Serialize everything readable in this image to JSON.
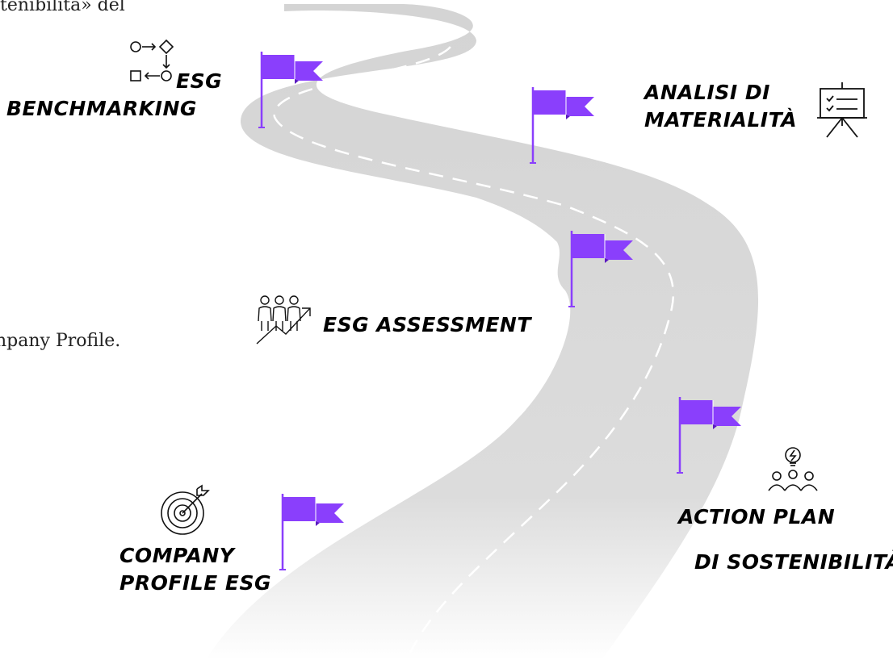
{
  "intro_fragments": {
    "top": "tenibilità»  del",
    "middle": "npany Profile."
  },
  "steps": [
    {
      "key": "esg-benchmarking",
      "lines": [
        "ESG",
        "BENCHMARKING"
      ],
      "icon": "process-flow-icon"
    },
    {
      "key": "analisi-materialita",
      "lines": [
        "ANALISI DI",
        "MATERIALITÀ"
      ],
      "icon": "presentation-board-icon"
    },
    {
      "key": "esg-assessment",
      "lines": [
        "ESG ASSESSMENT"
      ],
      "icon": "team-growth-icon"
    },
    {
      "key": "action-plan",
      "lines": [
        "ACTION PLAN",
        "DI SOSTENIBILITÀ"
      ],
      "icon": "team-idea-icon"
    },
    {
      "key": "company-profile",
      "lines": [
        "COMPANY",
        "PROFILE ESG"
      ],
      "icon": "target-icon"
    }
  ],
  "colors": {
    "flag": "#8a3ffc",
    "flag_dark": "#6a1fe0",
    "road": "#d6d6d6",
    "road_dash": "#ffffff",
    "label": "#000000"
  }
}
